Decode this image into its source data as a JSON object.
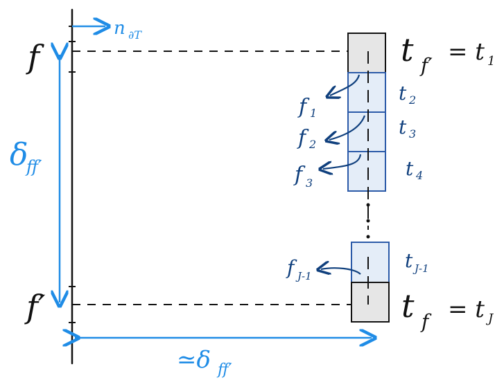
{
  "labels": {
    "normal": "n",
    "normal_sub": "∂T",
    "f_top": "f",
    "f_bottom": "f′",
    "delta_vertical": "δ",
    "delta_vertical_sub": "ff′",
    "delta_horizontal": "≃δ",
    "delta_horizontal_sub": "ff′",
    "t_top": "t",
    "t_top_sub": "f′",
    "t_top_eq": "= t",
    "t_top_eq_sub": "1",
    "t2": "t",
    "t2_sub": "2",
    "t3": "t",
    "t3_sub": "3",
    "t4": "t",
    "t4_sub": "4",
    "tJ1": "t",
    "tJ1_sub": "J-1",
    "t_bottom": "t",
    "t_bottom_sub": "f",
    "t_bottom_eq": "= t",
    "t_bottom_eq_sub": "J",
    "f1": "f",
    "f1_sub": "1",
    "f2": "f",
    "f2_sub": "2",
    "f3": "f",
    "f3_sub": "3",
    "fJ1": "f",
    "fJ1_sub": "J-1"
  },
  "colors": {
    "black": "#111111",
    "blue": "#1f8ce6",
    "navy": "#0f3f7d",
    "gray_box": "#e6e6e6",
    "blue_box": "#e4edf8",
    "box_border": "#2b5aa8"
  }
}
